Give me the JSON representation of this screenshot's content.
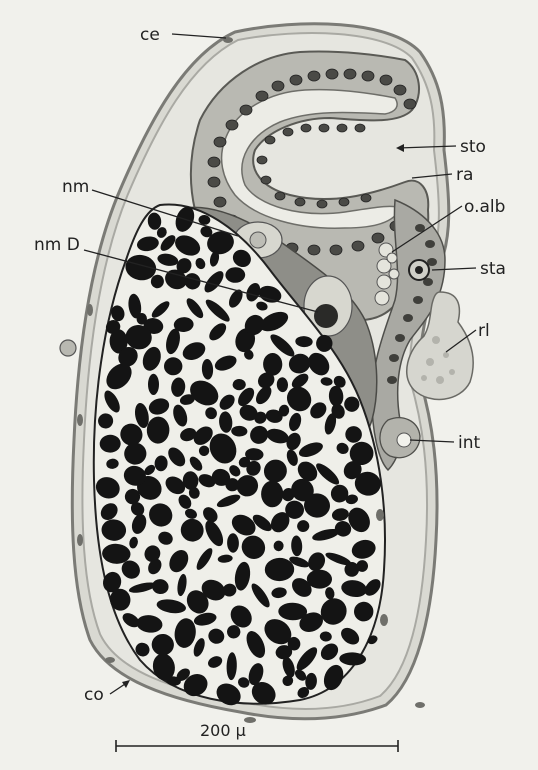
{
  "labels": {
    "ce": "ce",
    "sto": "sto",
    "ra": "ra",
    "nm": "nm",
    "o_alb": "o.alb",
    "nm_d": "nm D",
    "sta": "sta",
    "rl": "rl",
    "int": "int",
    "co": "co"
  },
  "scale_bar": {
    "label": "200 µ"
  },
  "colors": {
    "background": "#f1f1ec",
    "ink": "#222222",
    "tissue_dark": "#141414",
    "tissue_mid": "#9a9a94",
    "tissue_light": "#d9d9d2",
    "cell_nucleus": "#555555"
  }
}
